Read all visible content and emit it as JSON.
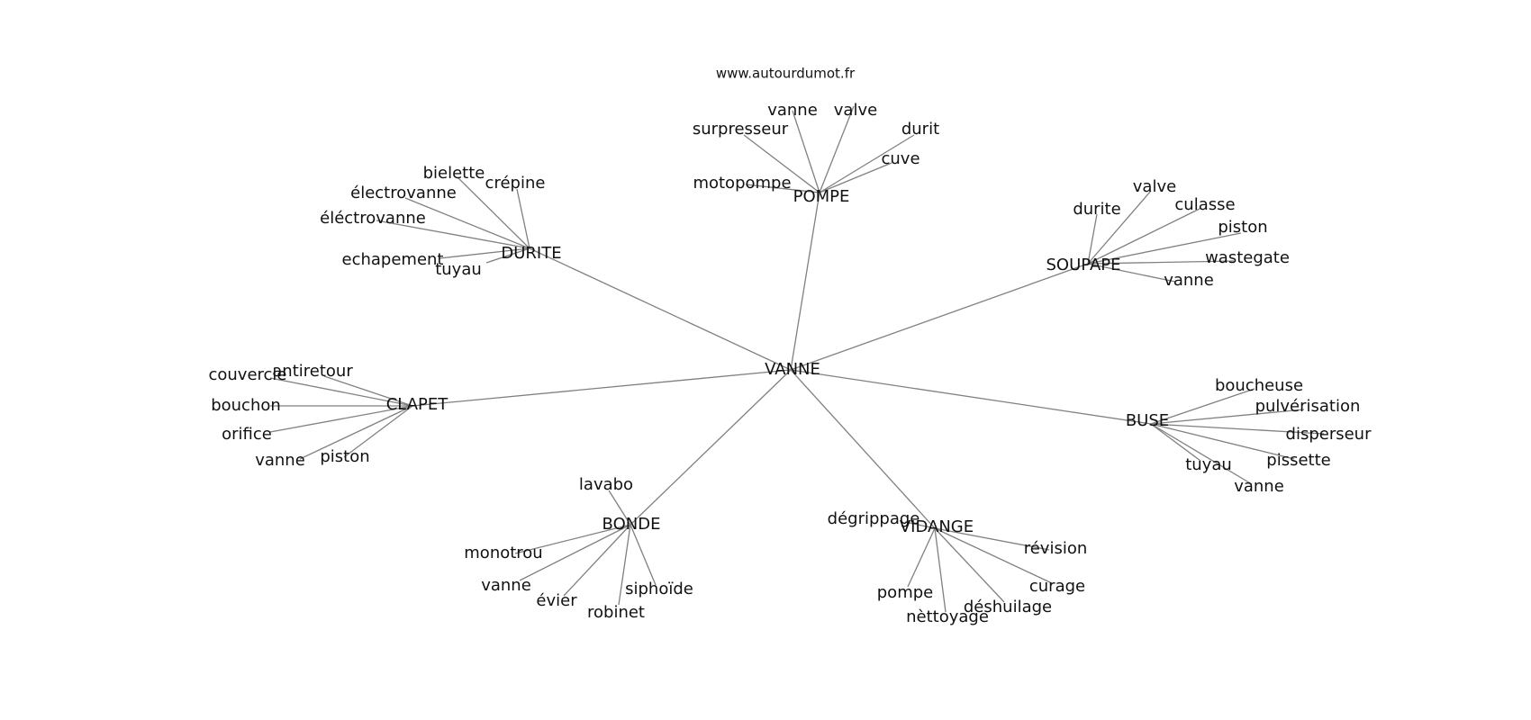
{
  "source": "www.autourdumot.fr",
  "center": "VANNE",
  "clusters": [
    {
      "hub": "POMPE",
      "words": [
        "vanne",
        "valve",
        "surpresseur",
        "durit",
        "cuve",
        "motopompe"
      ]
    },
    {
      "hub": "DURITE",
      "words": [
        "bielette",
        "crépine",
        "électrovanne",
        "éléctrovanne",
        "echapement",
        "tuyau"
      ]
    },
    {
      "hub": "SOUPAPE",
      "words": [
        "valve",
        "durite",
        "culasse",
        "piston",
        "wastegate",
        "vanne"
      ]
    },
    {
      "hub": "CLAPET",
      "words": [
        "couvercle",
        "antiretour",
        "bouchon",
        "orifice",
        "vanne",
        "piston"
      ]
    },
    {
      "hub": "BUSE",
      "words": [
        "boucheuse",
        "pulvérisation",
        "disperseur",
        "pissette",
        "tuyau",
        "vanne"
      ]
    },
    {
      "hub": "BONDE",
      "words": [
        "lavabo",
        "monotrou",
        "vanne",
        "évier",
        "robinet",
        "siphoïde"
      ]
    },
    {
      "hub": "VIDANGE",
      "words": [
        "dégrippage",
        "révision",
        "curage",
        "déshuilage",
        "nèttoyage",
        "pompe"
      ]
    }
  ]
}
